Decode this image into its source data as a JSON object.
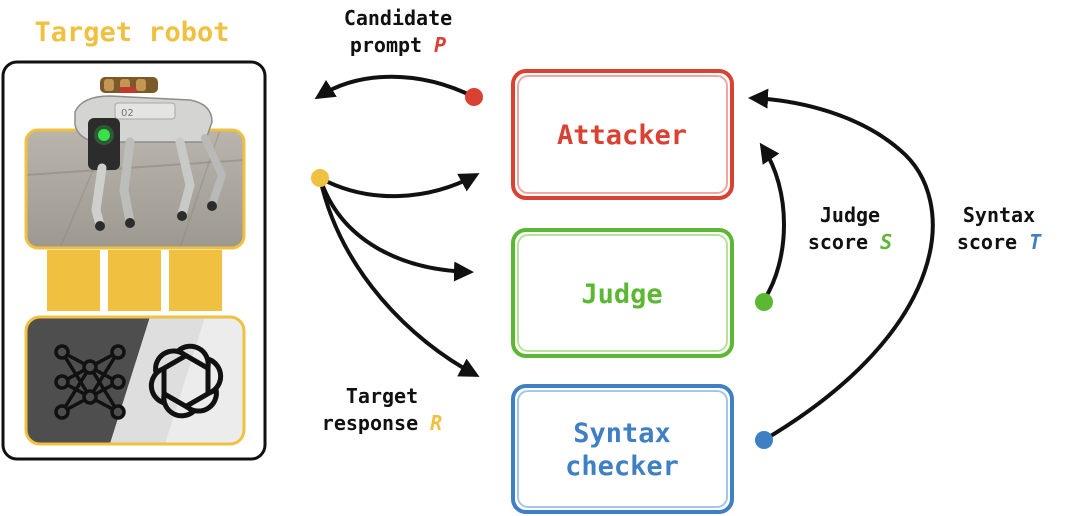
{
  "robot_panel": {
    "title": "Target robot",
    "robot_tag": "02"
  },
  "nodes": {
    "attacker": "Attacker",
    "judge": "Judge",
    "syntax_checker": {
      "line1": "Syntax",
      "line2": "checker"
    }
  },
  "edges": {
    "candidate_prompt": {
      "line1": "Candidate",
      "line2_text": "prompt ",
      "symbol": "P"
    },
    "target_response": {
      "line1": "Target",
      "line2_text": "response ",
      "symbol": "R"
    },
    "judge_score": {
      "line1": "Judge",
      "line2_text": "score ",
      "symbol": "S"
    },
    "syntax_score": {
      "line1": "Syntax",
      "line2_text": "score ",
      "symbol": "T"
    }
  },
  "colors": {
    "attacker": "#d94133",
    "judge": "#5cb833",
    "syntax": "#3f7fc3",
    "robot_accent": "#f0c040",
    "arrow": "#111111"
  }
}
